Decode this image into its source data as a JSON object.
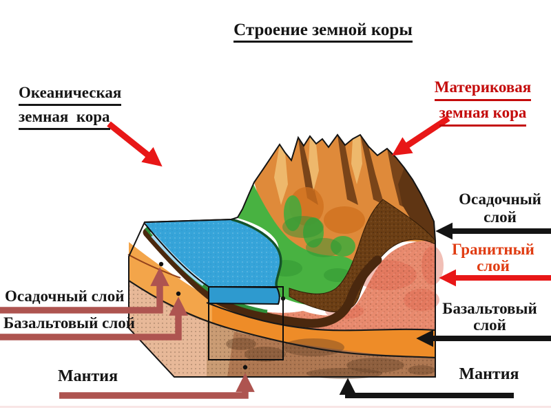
{
  "title": "Строение земной коры",
  "labels": {
    "oceanic_crust": {
      "line1": "Океаническая",
      "line2": "земная  кора"
    },
    "continental_crust": {
      "line1": "Материковая",
      "line2": "земная кора"
    },
    "right_sedimentary": {
      "line1": "Осадочный",
      "line2": "слой"
    },
    "right_granite": {
      "line1": "Гранитный",
      "line2": "слой"
    },
    "right_basalt": {
      "line1": "Базальтовый",
      "line2": "слой"
    },
    "right_mantle": "Мантия",
    "left_sedimentary": "Осадочный слой",
    "left_basalt": "Базальтовый слой",
    "left_mantle": "Мантия"
  },
  "colors": {
    "title_text": "#141414",
    "continental_label": "#c40b0b",
    "granite_label": "#e03c12",
    "red_arrow": "#e81717",
    "black_arrow": "#141414",
    "brick_arrow": "#ae5450",
    "ocean": "#36a4d9",
    "grass": "#48b241",
    "mountain": "#df8a3a",
    "sediment_band": "#6b3e14",
    "granite_layer": "#e88a6e",
    "basalt_layer": "#ee8c28",
    "mantle": "#c99b73"
  }
}
